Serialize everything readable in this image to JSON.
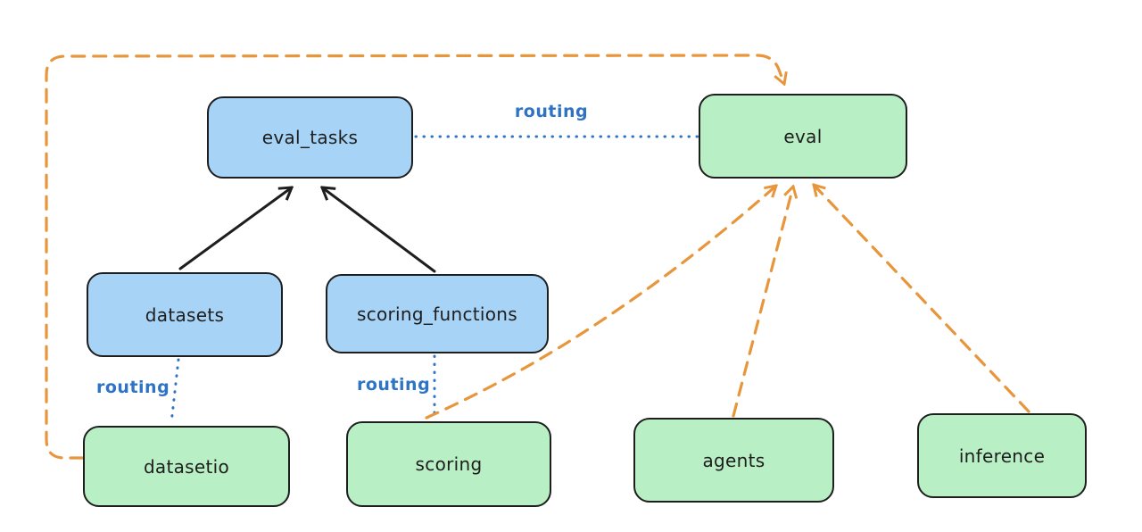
{
  "colors": {
    "canvas_bg": "#ffffff",
    "stroke_dark": "#1e1e1e",
    "node_blue_fill": "#a7d3f6",
    "node_green_fill": "#b9efc4",
    "routing_blue": "#2f74c4",
    "arrow_orange": "#e8963c"
  },
  "nodes": {
    "eval_tasks": {
      "label": "eval_tasks"
    },
    "eval": {
      "label": "eval"
    },
    "datasets": {
      "label": "datasets"
    },
    "scoring_functions": {
      "label": "scoring_functions"
    },
    "datasetio": {
      "label": "datasetio"
    },
    "scoring": {
      "label": "scoring"
    },
    "agents": {
      "label": "agents"
    },
    "inference": {
      "label": "inference"
    }
  },
  "edge_labels": {
    "routing_eval_tasks_eval": "routing",
    "routing_datasets_datasetio": "routing",
    "routing_scoring_functions_scoring": "routing"
  },
  "edges": [
    {
      "from": "datasets",
      "to": "eval_tasks",
      "style": "solid-arrow",
      "color": "dark"
    },
    {
      "from": "scoring_functions",
      "to": "eval_tasks",
      "style": "solid-arrow",
      "color": "dark"
    },
    {
      "from": "eval_tasks",
      "to": "eval",
      "style": "dotted",
      "color": "blue",
      "label": "routing"
    },
    {
      "from": "datasets",
      "to": "datasetio",
      "style": "dotted",
      "color": "blue",
      "label": "routing"
    },
    {
      "from": "scoring_functions",
      "to": "scoring",
      "style": "dotted",
      "color": "blue",
      "label": "routing"
    },
    {
      "from": "datasetio",
      "to": "eval",
      "style": "dashed-arrow",
      "color": "orange"
    },
    {
      "from": "scoring",
      "to": "eval",
      "style": "dashed-arrow",
      "color": "orange"
    },
    {
      "from": "agents",
      "to": "eval",
      "style": "dashed-arrow",
      "color": "orange"
    },
    {
      "from": "inference",
      "to": "eval",
      "style": "dashed-arrow",
      "color": "orange"
    }
  ]
}
